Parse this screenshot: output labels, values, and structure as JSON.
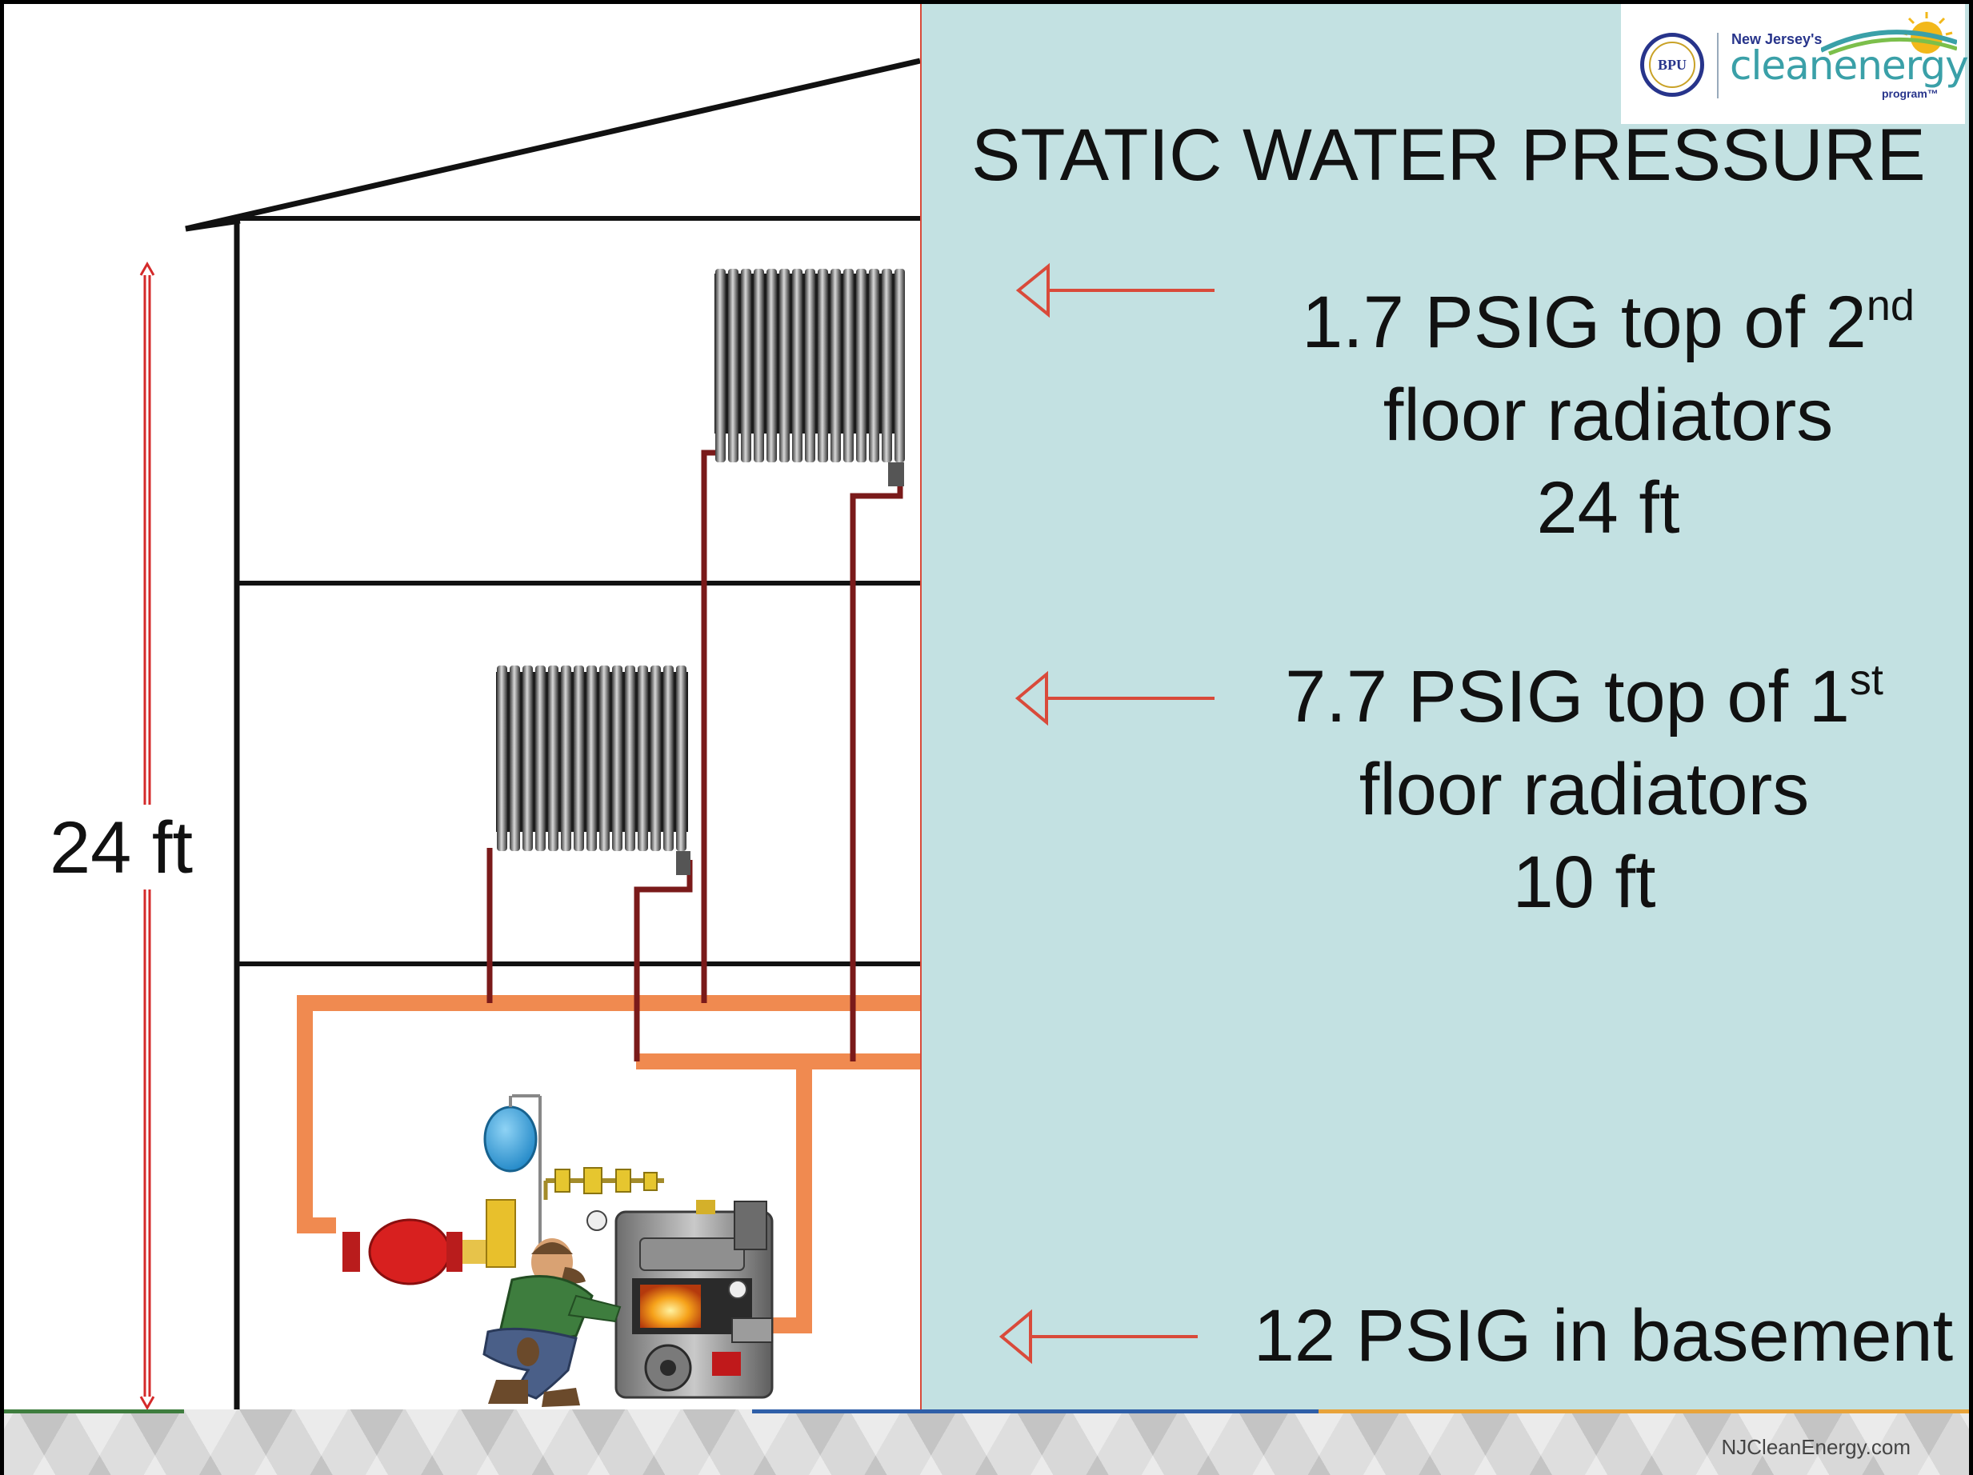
{
  "title": "STATIC WATER PRESSURE",
  "logo": {
    "seal_text": "BPU",
    "small_text": "New Jersey's",
    "brand_text": "cleanenergy",
    "program_text": "program™"
  },
  "callouts": [
    {
      "line1": "1.7 PSIG top of 2",
      "sup": "nd",
      "line2": "floor radiators",
      "line3": "24 ft"
    },
    {
      "line1": "7.7 PSIG top of 1",
      "sup": "st",
      "line2": "floor radiators",
      "line3": "10 ft"
    },
    {
      "line1": "12 PSIG in basement"
    }
  ],
  "dimension_label": "24 ft",
  "footer": {
    "url": "NJCleanEnergy.com"
  },
  "colors": {
    "panel": "#c3e1e2",
    "arrow": "#d94a3a",
    "supply_pipe": "#f08a50",
    "riser_pipe": "#7a1a1a",
    "stripe_green": "#3e7d3e",
    "stripe_blue": "#2f5fa8",
    "stripe_orange": "#e8a33a"
  }
}
